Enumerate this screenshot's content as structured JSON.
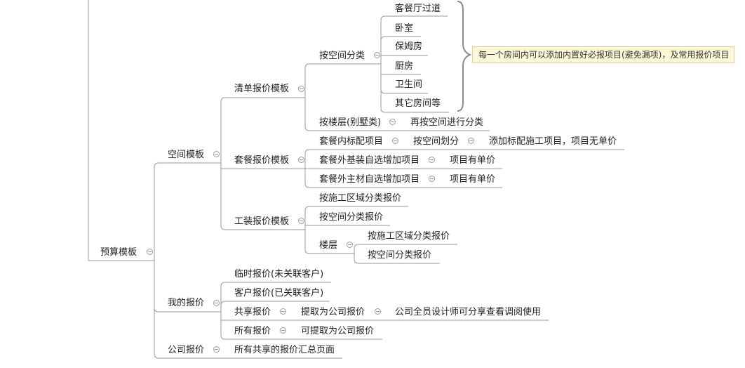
{
  "nodes": {
    "root": "预算模板",
    "space_template": "空间模板",
    "my_quote": "我的报价",
    "company_quote": "公司报价",
    "list_quote_template": "清单报价模板",
    "package_quote_template": "套餐报价模板",
    "work_quote_template": "工装报价模板",
    "by_space": "按空间分类",
    "by_floor": "按楼层(别墅类)",
    "then_by_space": "再按空间进行分类",
    "living_corridor": "客餐厅过道",
    "bedroom": "卧室",
    "nanny_room": "保姆房",
    "kitchen": "厨房",
    "bathroom": "卫生间",
    "other_rooms": "其它房间等",
    "package_standard": "套餐内标配项目",
    "by_space_division": "按空间划分",
    "add_standard_items": "添加标配施工项目，项目无单价",
    "package_extra_base": "套餐外基装自选增加项目",
    "package_extra_material": "套餐外主材自选增加项目",
    "has_price_1": "项目有单价",
    "has_price_2": "项目有单价",
    "work_by_area": "按施工区域分类报价",
    "work_by_space": "按空间分类报价",
    "floor": "楼层",
    "floor_by_area": "按施工区域分类报价",
    "floor_by_space": "按空间分类报价",
    "temp_quote": "临时报价(未关联客户)",
    "customer_quote": "客户报价(已关联客户)",
    "shared_quote": "共享报价",
    "extract_company": "提取为公司报价",
    "all_designers": "公司全员设计师可分享查看调阅使用",
    "all_quotes": "所有报价",
    "can_extract": "可提取为公司报价",
    "all_shared_summary": "所有共享的报价汇总页面"
  },
  "note": "每一个房间内可以添加内置好必报项目(避免漏项)，及常用报价项目"
}
